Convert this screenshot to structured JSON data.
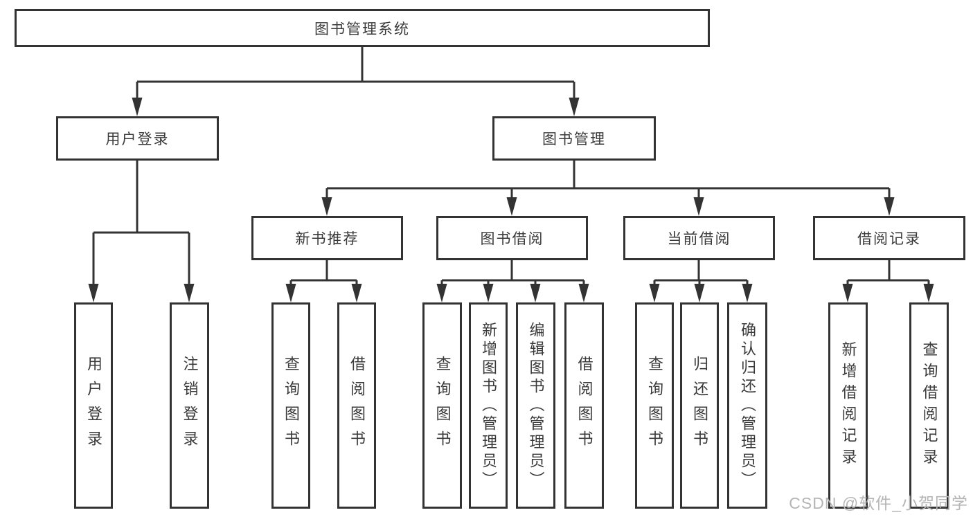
{
  "diagram_type": "hierarchy-tree",
  "colors": {
    "line": "#333333",
    "box_border": "#333333",
    "box_background": "#ffffff",
    "text": "#3a3a3a",
    "watermark_text": "#b5b5b5"
  },
  "nodes": {
    "root": {
      "label": "图书管理系统"
    },
    "user_login": {
      "label": "用户登录"
    },
    "book_mgmt": {
      "label": "图书管理"
    },
    "new_book": {
      "label": "新书推荐"
    },
    "book_borrow": {
      "label": "图书借阅"
    },
    "current_borrow": {
      "label": "当前借阅"
    },
    "borrow_record": {
      "label": "借阅记录"
    },
    "leaf_user_login": {
      "label": "用户登录"
    },
    "leaf_logout": {
      "label": "注销登录"
    },
    "leaf_query_book_1": {
      "label": "查询图书"
    },
    "leaf_borrow_book_1": {
      "label": "借阅图书"
    },
    "leaf_query_book_2": {
      "label": "查询图书"
    },
    "leaf_add_book": {
      "label": "新增图书（管理员）"
    },
    "leaf_edit_book": {
      "label": "编辑图书（管理员）"
    },
    "leaf_borrow_book_2": {
      "label": "借阅图书"
    },
    "leaf_query_book_3": {
      "label": "查询图书"
    },
    "leaf_return_book": {
      "label": "归还图书"
    },
    "leaf_confirm_return": {
      "label": "确认归还（管理员）"
    },
    "leaf_add_record": {
      "label": "新增借阅记录"
    },
    "leaf_query_record": {
      "label": "查询借阅记录"
    }
  },
  "watermark": "CSDN @软件_小贺同学"
}
